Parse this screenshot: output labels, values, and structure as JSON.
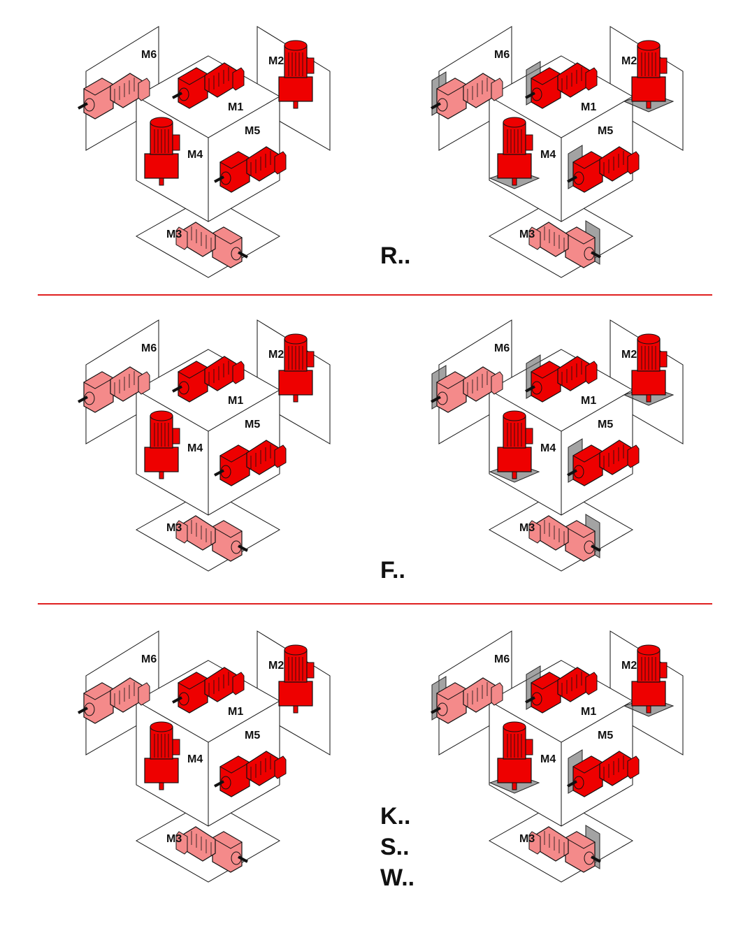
{
  "colors": {
    "motor": "#ee0000",
    "motor_pale": "#f48a8a",
    "divider": "#e02020",
    "flange": "#666666"
  },
  "rows": [
    {
      "series": [
        "R.."
      ]
    },
    {
      "series": [
        "F.."
      ]
    },
    {
      "series": [
        "K..",
        "S..",
        "W.."
      ]
    }
  ],
  "positions": [
    "M1",
    "M2",
    "M3",
    "M4",
    "M5",
    "M6"
  ]
}
